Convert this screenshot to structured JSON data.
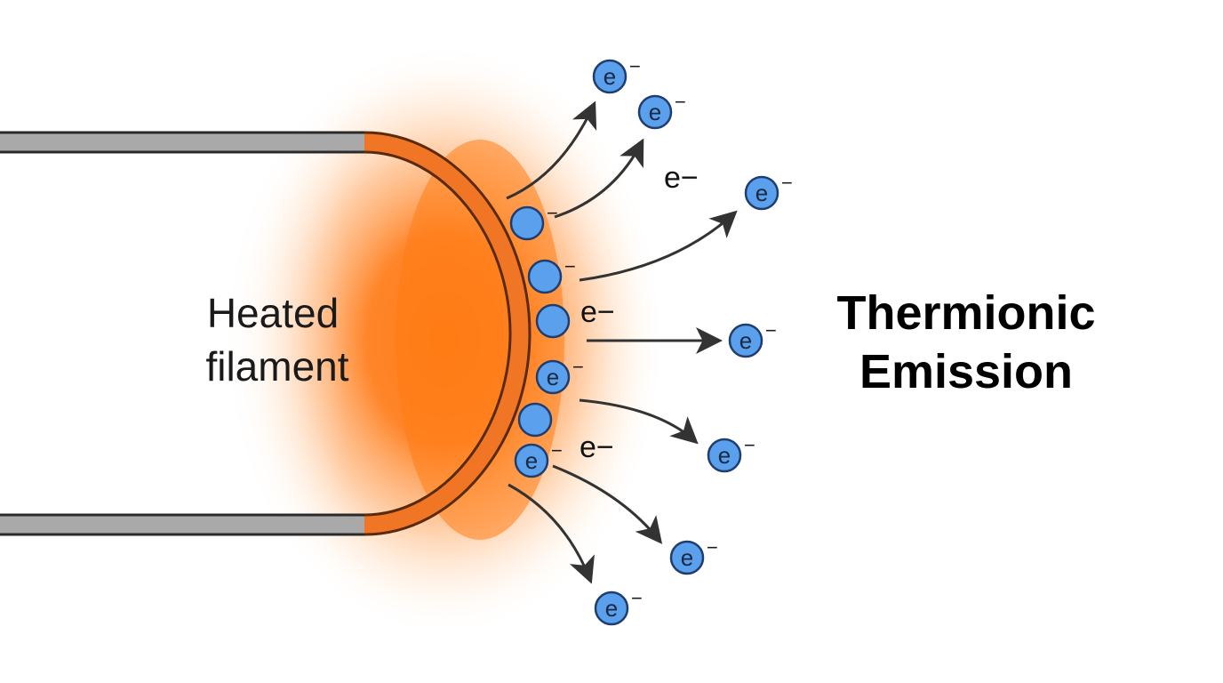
{
  "filament": {
    "label_line1": "Heated",
    "label_line2": "filament"
  },
  "title": {
    "line1": "Thermionic",
    "line2": "Emission"
  },
  "electron_symbol": "e",
  "charge_symbol": "−",
  "free_electron_label": "e−",
  "colors": {
    "glow": "#ff7a1a",
    "electron_fill": "#5aa0ec",
    "electron_stroke": "#1f3d6e",
    "filament_fill": "#a9a9a9",
    "filament_outline": "#2a2a2a",
    "arrow": "#333333"
  }
}
